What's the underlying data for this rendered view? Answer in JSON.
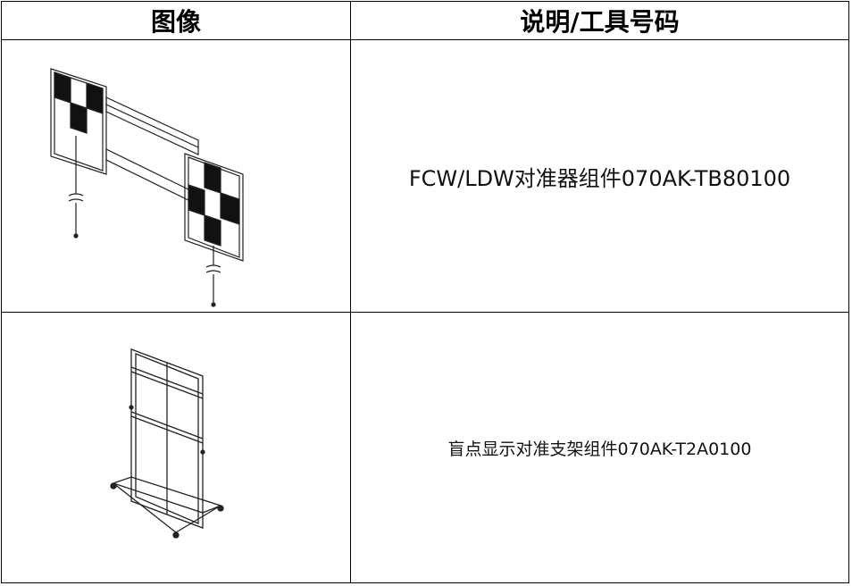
{
  "table": {
    "headers": [
      "图像",
      "说明/工具号码"
    ],
    "rows": [
      {
        "image_icon": "fcw-ldw-aimer-assembly-illustration",
        "description": "FCW/LDW对准器组件070AK-TB80100"
      },
      {
        "image_icon": "blind-spot-display-aimer-stand-illustration",
        "description": "盲点显示对准支架组件070AK-T2A0100"
      }
    ]
  }
}
